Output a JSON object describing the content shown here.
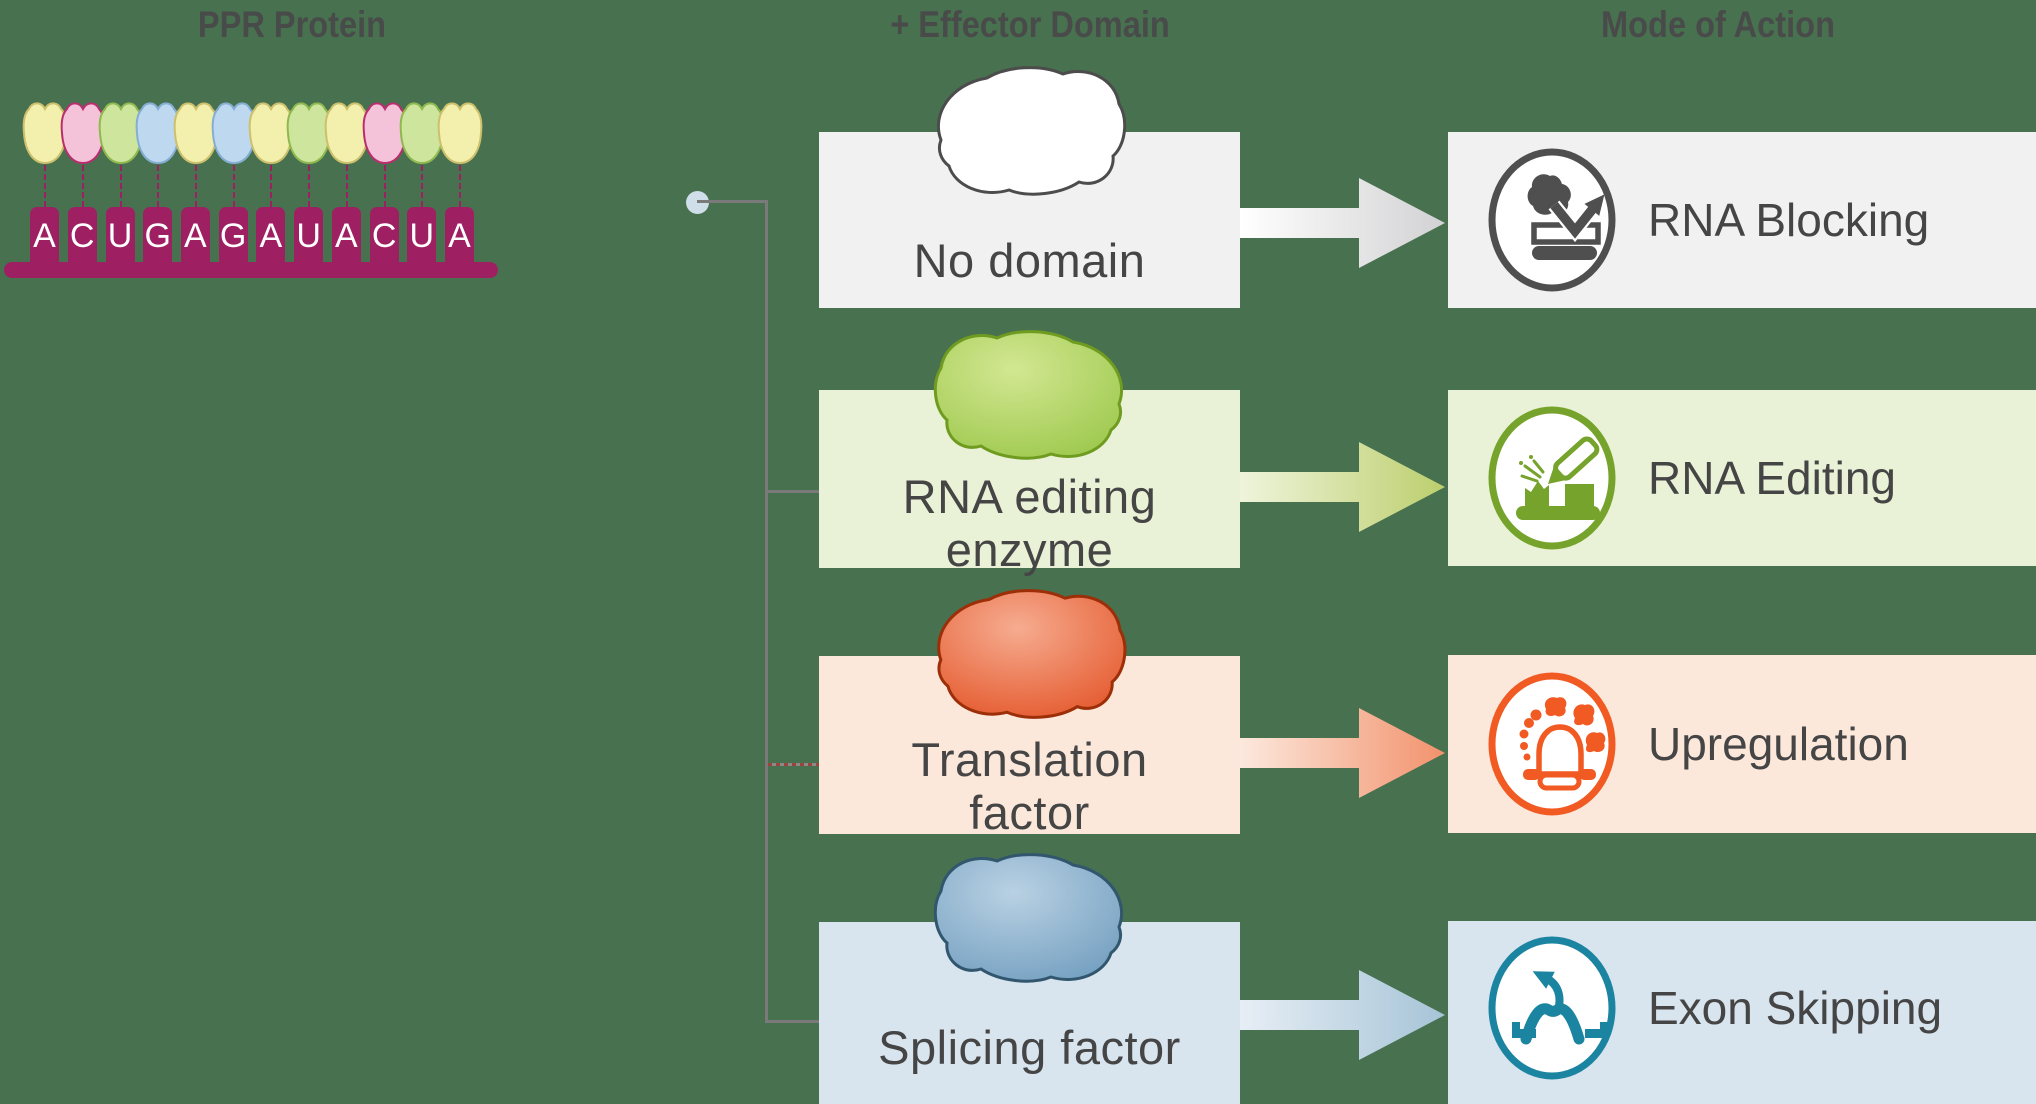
{
  "title_left": "PPR Protein",
  "title_middle": "+ Effector Domain",
  "title_right": "Mode of Action",
  "colors": {
    "background": "#47714f",
    "rna": "#9e2063",
    "connector": "#7a7a7a",
    "branch_dash_a": "#9a443c",
    "branch_dash_b": "#8a8a8a",
    "dot": "#cfdee9",
    "header_text": "#494b4a",
    "label_text": "#454545",
    "base_letter": "#ffffff"
  },
  "ppr": {
    "sequence": [
      "A",
      "C",
      "U",
      "G",
      "A",
      "G",
      "A",
      "U",
      "A",
      "C",
      "U",
      "A"
    ],
    "base_styles": {
      "A": {
        "fill": "#f3efad",
        "stroke": "#cdc06c"
      },
      "C": {
        "fill": "#f4c3da",
        "stroke": "#b82e6f"
      },
      "U": {
        "fill": "#cde59d",
        "stroke": "#8fb84e"
      },
      "G": {
        "fill": "#bed8ef",
        "stroke": "#85aed3"
      }
    }
  },
  "rows": [
    {
      "domain_line1": "No domain",
      "domain_line2": "",
      "mode_label": "RNA Blocking",
      "icon_color": "#4f4f4f",
      "box_bg": "#f1f1f2",
      "blob_light": "#ffffff",
      "blob_dark": "#ffffff",
      "blob_stroke": "#4c4c4c",
      "arrow_from": "#ffffff",
      "arrow_to": "#d2d2d4"
    },
    {
      "domain_line1": "RNA editing",
      "domain_line2": "enzyme",
      "mode_label": "RNA Editing",
      "icon_color": "#76a32b",
      "box_bg": "#e9f2d6",
      "blob_light": "#d3e792",
      "blob_dark": "#9cc84c",
      "blob_stroke": "#6f9b21",
      "arrow_from": "#eff4dc",
      "arrow_to": "#bccf6d"
    },
    {
      "domain_line1": "Translation",
      "domain_line2": "factor",
      "mode_label": "Upregulation",
      "icon_color": "#f15a22",
      "box_bg": "#fce7db",
      "blob_light": "#f6ac90",
      "blob_dark": "#e4572b",
      "blob_stroke": "#9c2e08",
      "arrow_from": "#fce9de",
      "arrow_to": "#f2926c"
    },
    {
      "domain_line1": "Splicing factor",
      "domain_line2": "",
      "mode_label": "Exon Skipping",
      "icon_color": "#1b84a0",
      "box_bg": "#d8e4ee",
      "blob_light": "#b9d1e3",
      "blob_dark": "#739fc0",
      "blob_stroke": "#31566e",
      "arrow_from": "#e7eef5",
      "arrow_to": "#a6c4d7"
    }
  ]
}
